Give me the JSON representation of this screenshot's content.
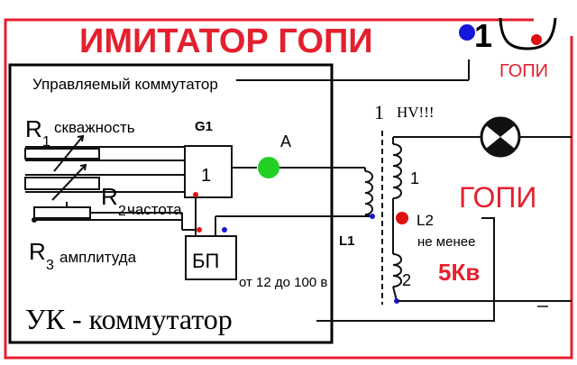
{
  "title": "ИМИТАТОР ГОПИ",
  "corner_logo": {
    "digit": "1",
    "label": "ГОПИ"
  },
  "switch_box": {
    "caption": "Управляемый коммутатор",
    "footer": "УК - коммутатор"
  },
  "resistors": {
    "r1": {
      "letter": "R",
      "index": "1",
      "label": "скважность"
    },
    "r2": {
      "letter": "R",
      "index": "2",
      "label": "частота"
    },
    "r3": {
      "letter": "R",
      "index": "3",
      "label": "амплитуда"
    }
  },
  "generator": {
    "name": "G1",
    "block_label": "1"
  },
  "node_a": "A",
  "power_supply": {
    "label": "БП",
    "range": "от 12 до 100 в"
  },
  "transformer": {
    "prefix": "1",
    "hv": "HV!!!",
    "primary": "L1",
    "secondary": "L2",
    "tap1": "1",
    "tap2": "2",
    "min_note": "не менее",
    "voltage": "5Кв"
  },
  "gopi_label": "ГОПИ",
  "colors": {
    "frame_red": "#e4202e",
    "green_indicator": "#22d024",
    "red_dot": "#e01010",
    "blue_dot": "#1616d8",
    "wire": "#111111"
  }
}
